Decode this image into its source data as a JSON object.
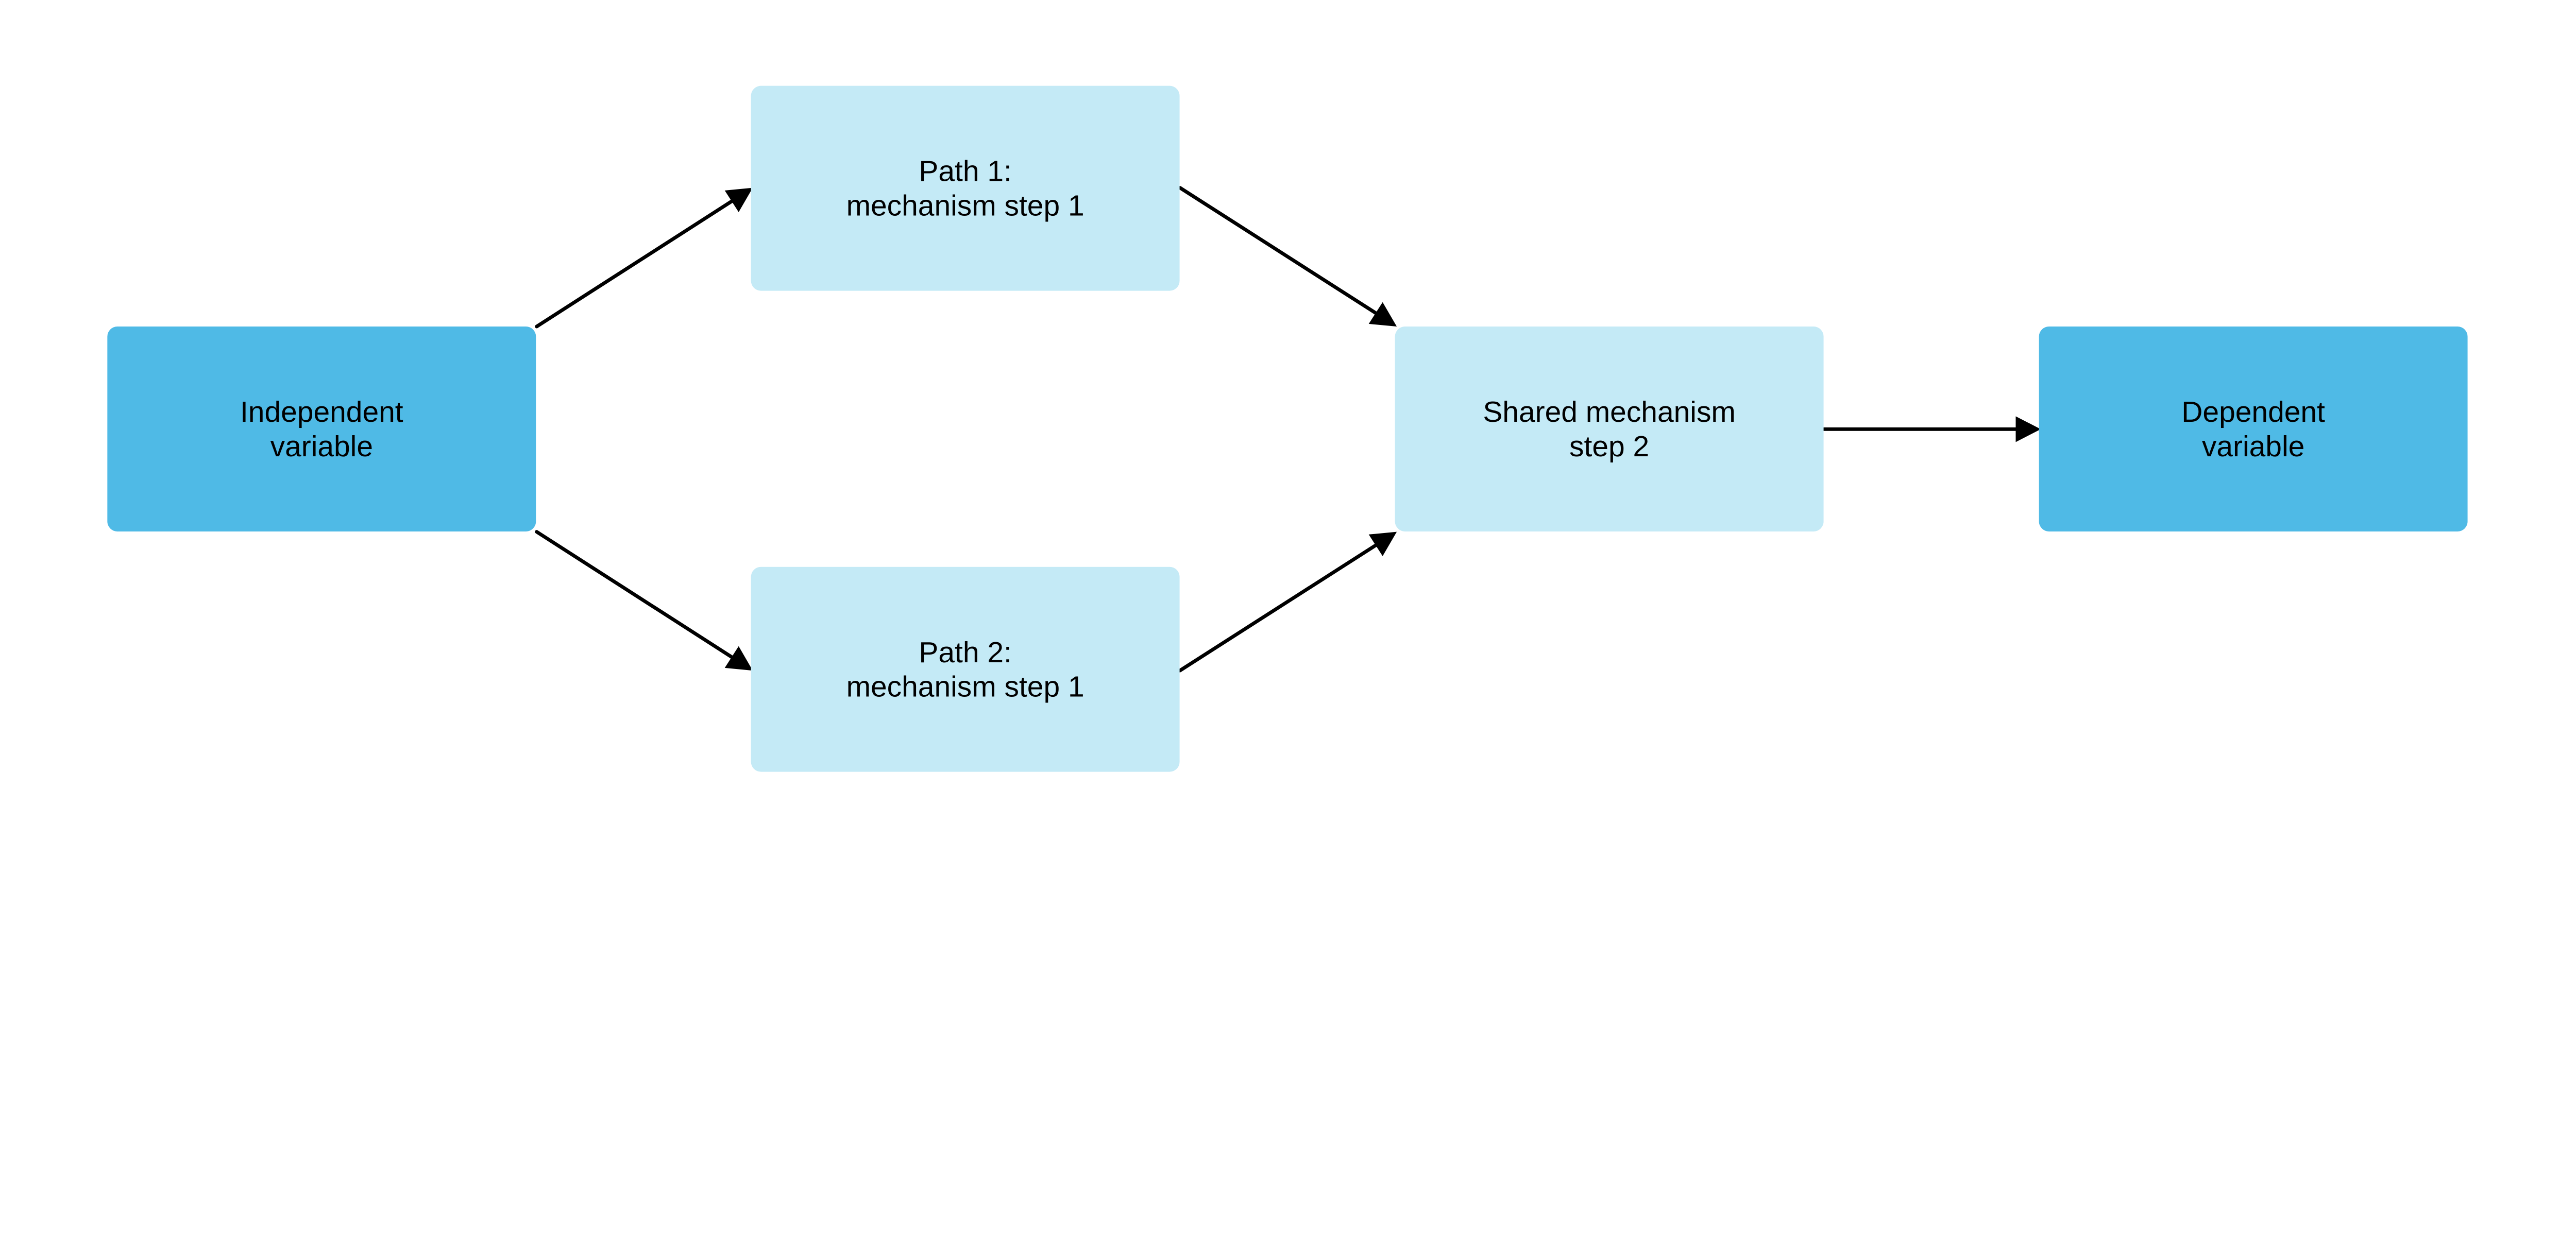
{
  "colors": {
    "dark_box": "#4FBAE6",
    "light_box": "#C4EAF6",
    "arrow": "#000000"
  },
  "nodes": {
    "independent": {
      "lines": [
        "Independent",
        "variable"
      ]
    },
    "path1": {
      "lines": [
        "Path 1:",
        "mechanism step 1"
      ]
    },
    "path2": {
      "lines": [
        "Path 2:",
        "mechanism step 1"
      ]
    },
    "shared": {
      "lines": [
        "Shared mechanism",
        "step 2"
      ]
    },
    "dependent": {
      "lines": [
        "Dependent",
        "variable"
      ]
    }
  },
  "edges": [
    {
      "from": "independent",
      "to": "path1"
    },
    {
      "from": "independent",
      "to": "path2"
    },
    {
      "from": "path1",
      "to": "shared"
    },
    {
      "from": "path2",
      "to": "shared"
    },
    {
      "from": "shared",
      "to": "dependent"
    }
  ]
}
